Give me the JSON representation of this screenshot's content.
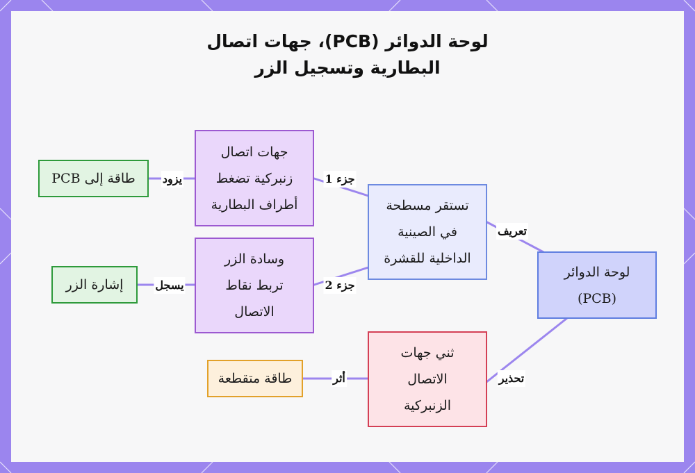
{
  "title": {
    "line1": "لوحة الدوائر (PCB)، جهات اتصال",
    "line2": "البطارية وتسجيل الزر"
  },
  "nodes": {
    "pcb": {
      "line1": "لوحة الدوائر",
      "line2": "(PCB)"
    },
    "sits": {
      "line1": "تستقر مسطحة",
      "line2": "في الصينية",
      "line3": "الداخلية للقشرة"
    },
    "contacts": {
      "line1": "جهات اتصال",
      "line2": "زنبركية تضغط",
      "line3": "أطراف البطارية"
    },
    "power": {
      "line1": "طاقة إلى PCB"
    },
    "pad": {
      "line1": "وسادة الزر",
      "line2": "تربط نقاط",
      "line3": "الاتصال"
    },
    "signal": {
      "line1": "إشارة الزر"
    },
    "bend": {
      "line1": "ثني جهات",
      "line2": "الاتصال",
      "line3": "الزنبركية"
    },
    "intermittent": {
      "line1": "طاقة متقطعة"
    }
  },
  "edges": {
    "define": "تعريف",
    "part1": "جزء 1",
    "part2": "جزء 2",
    "provides": "يزود",
    "registers": "يسجل",
    "warning": "تحذير",
    "effect": "أثر"
  },
  "colors": {
    "frame": "#9b85ee",
    "link": "#9c86ee",
    "purple_border": "#9c59d1",
    "green_border": "#2e9a3b",
    "blue_border": "#6d8ae0",
    "red_border": "#d43f55",
    "orange_border": "#e2a12a"
  }
}
